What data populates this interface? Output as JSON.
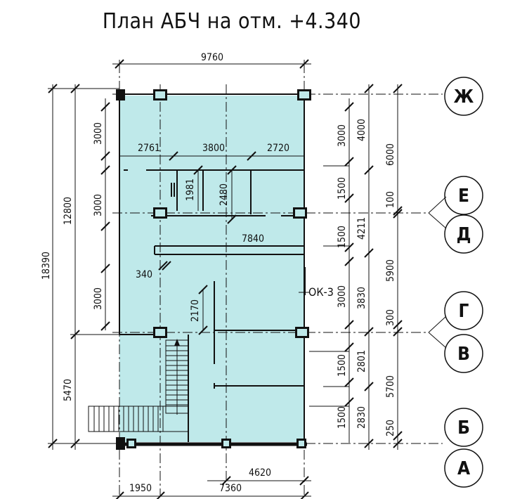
{
  "title": "План АБЧ на отм. +4.340",
  "axes": {
    "zh": "Ж",
    "e": "Е",
    "d": "Д",
    "g": "Г",
    "v": "В",
    "b": "Б",
    "a": "А"
  },
  "dimensions": {
    "top_total": "9760",
    "left_outer": "18390",
    "left_mid": "12800",
    "left_lower": "5470",
    "left_seg1": "3000",
    "left_seg2": "3000",
    "left_seg3": "3000",
    "room_top_1": "2761",
    "room_top_2": "3800",
    "room_top_3": "2720",
    "room_v_1": "1981",
    "room_v_2": "2480",
    "corridor": "7840",
    "small_340": "340",
    "inner_2170": "2170",
    "bottom_4620": "4620",
    "bottom_1950": "1950",
    "bottom_7360": "7360",
    "right_a_3000": "3000",
    "right_a_1500": "1500",
    "right_a_1500b": "1500",
    "right_a_3000b": "3000",
    "right_a_1500c": "1500",
    "right_a_1500d": "1500",
    "right_b_4000": "4000",
    "right_b_4211": "4211",
    "right_b_3830": "3830",
    "right_b_2801": "2801",
    "right_b_2830": "2830",
    "right_c_6000": "6000",
    "right_c_100": "100",
    "right_c_5900": "5900",
    "right_c_300": "300",
    "right_c_5700": "5700",
    "right_c_250": "250"
  },
  "labels": {
    "window_tag": "ОК-3"
  },
  "colors": {
    "fill": "#bfe9ea",
    "line": "#111111",
    "background": "#ffffff"
  }
}
